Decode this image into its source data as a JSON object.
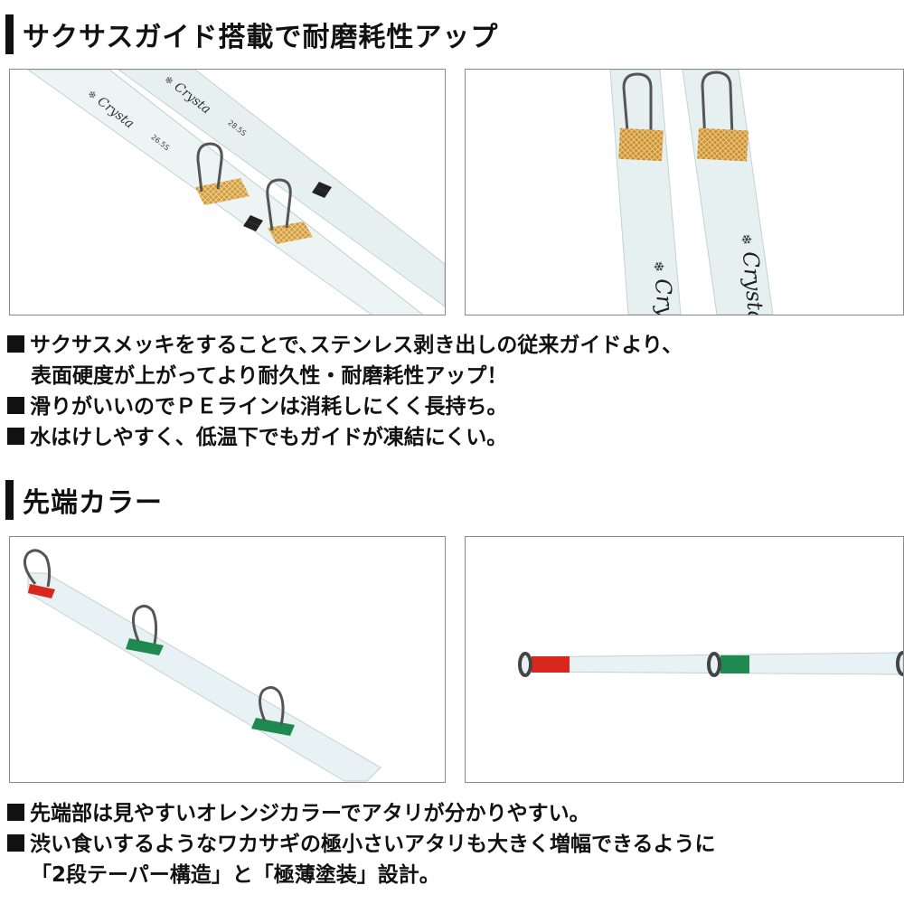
{
  "section1": {
    "heading": "サクサスガイド搭載で耐磨耗性アップ",
    "photo_left": {
      "rod_top": {
        "brand": "Crysta",
        "model": "28.5S",
        "code": ""
      },
      "rod_bottom": {
        "brand": "Crysta",
        "model": "26.5S",
        "code": ""
      }
    },
    "photo_right": {
      "brand": "Crysta"
    },
    "bullets": [
      {
        "text": "サクサスメッキをすることで､ステンレス剥き出しの従来ガイドより､",
        "cont": "表面硬度が上がってより耐久性・耐磨耗性アップ！"
      },
      {
        "text": "滑りがいいのでＰＥラインは消耗しにくく長持ち。"
      },
      {
        "text": "水はけしやすく、低温下でもガイドが凍結にくい。"
      }
    ]
  },
  "section2": {
    "heading": "先端カラー",
    "bullets": [
      {
        "text": "先端部は見やすいオレンジカラーでアタリが分かりやすい。"
      },
      {
        "text": "渋い食いするようなワカサギの極小さいアタリも大きく増幅できるように",
        "cont": "「2段テーパー構造」と「極薄塗装」設計。"
      }
    ]
  },
  "colors": {
    "rod": "#e9f3f3",
    "rod_edge": "#c6d4d6",
    "gold_wrap": "#c8963c",
    "red_tip": "#d8271d",
    "green_wrap": "#1f8a4f",
    "guide_metal": "#555555"
  },
  "icons": [
    "snowflake-icon",
    "guide-ring-icon",
    "square-bullet-icon"
  ]
}
